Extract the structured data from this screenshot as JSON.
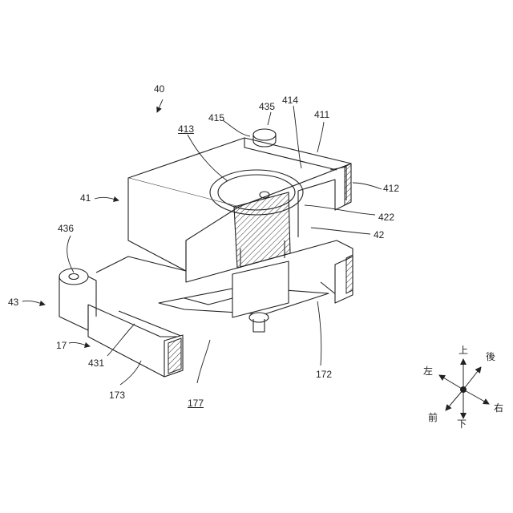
{
  "labels": {
    "l40": "40",
    "l435": "435",
    "l414": "414",
    "l415": "415",
    "l411": "411",
    "l413": "413",
    "l41": "41",
    "l412": "412",
    "l422": "422",
    "l42": "42",
    "l436": "436",
    "l43": "43",
    "l17": "17",
    "l431": "431",
    "l173": "173",
    "l177": "177",
    "l172": "172"
  },
  "directions": {
    "up": "上",
    "rear": "後",
    "left": "左",
    "right": "右",
    "front": "前",
    "down": "下"
  }
}
